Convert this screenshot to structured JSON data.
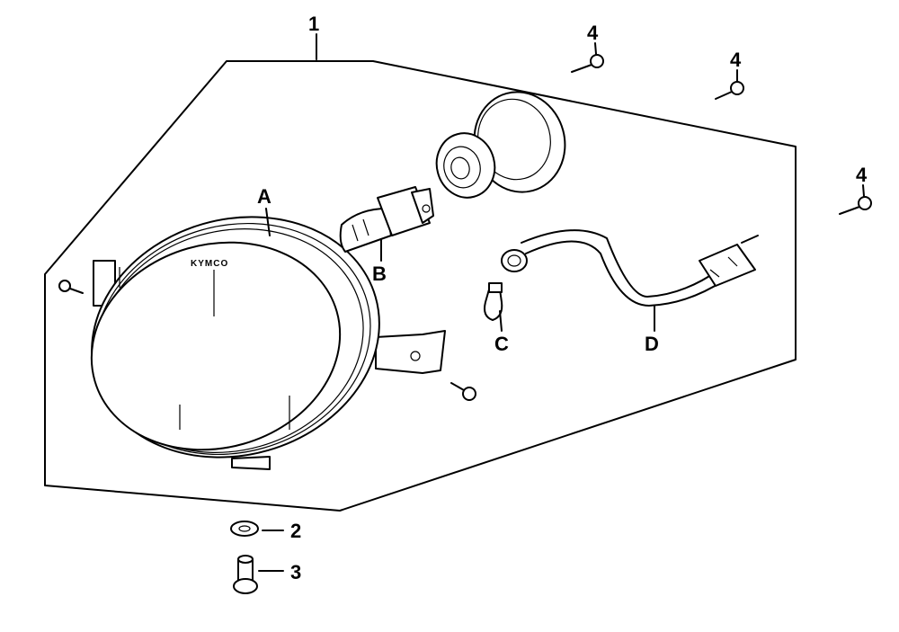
{
  "brand_text": "KYMCO",
  "callouts": {
    "assembly": "1",
    "washer": "2",
    "bolt": "3",
    "screw_top_left": "4",
    "screw_top_mid": "4",
    "screw_right": "4",
    "lens": "A",
    "bulb_main": "B",
    "bulb_small": "C",
    "wiring": "D"
  }
}
